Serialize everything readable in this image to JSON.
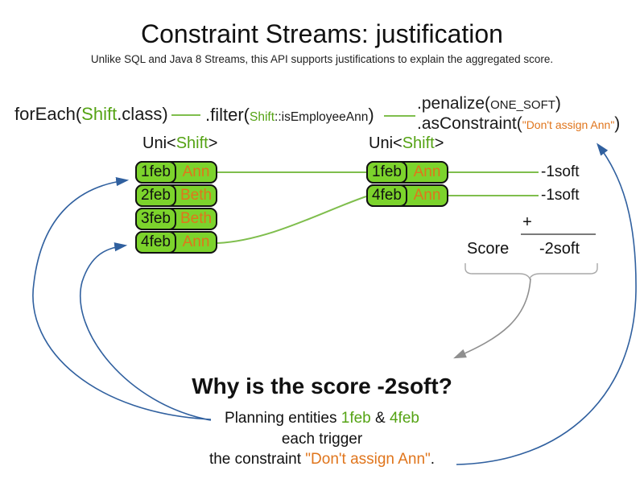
{
  "slide": {
    "title": "Constraint Streams: justification",
    "subtitle": "Unlike SQL and Java 8 Streams, this API supports justifications to explain the aggregated score."
  },
  "code": {
    "foreach_prefix": "forEach(",
    "foreach_class": "Shift",
    "foreach_suffix": ".class)",
    "filter_prefix": ".filter(",
    "filter_class": "Shift",
    "filter_method": "::isEmployeeAnn",
    "filter_suffix": ")",
    "penalize_prefix": ".penalize(",
    "penalize_arg": "ONE_SOFT",
    "penalize_suffix": ")",
    "asconstraint_prefix": ".asConstraint(",
    "asconstraint_arg": "\"Don't assign Ann\"",
    "asconstraint_suffix": ")"
  },
  "left_table": {
    "header_prefix": "Uni<",
    "header_type": "Shift",
    "header_suffix": ">",
    "rows": [
      {
        "date": "1feb",
        "employee": "Ann"
      },
      {
        "date": "2feb",
        "employee": "Beth"
      },
      {
        "date": "3feb",
        "employee": "Beth"
      },
      {
        "date": "4feb",
        "employee": "Ann"
      }
    ]
  },
  "right_table": {
    "header_prefix": "Uni<",
    "header_type": "Shift",
    "header_suffix": ">",
    "rows": [
      {
        "date": "1feb",
        "employee": "Ann"
      },
      {
        "date": "4feb",
        "employee": "Ann"
      }
    ]
  },
  "scoring": {
    "match1": "-1soft",
    "match2": "-1soft",
    "plus": "+",
    "score_label": "Score",
    "total": "-2soft"
  },
  "why": {
    "heading": "Why is the score -2soft?",
    "line1_prefix": "Planning entities ",
    "line1_entity1": "1feb",
    "line1_amp": " & ",
    "line1_entity2": "4feb",
    "line2": "each trigger",
    "line3_prefix": "the constraint ",
    "line3_quote": "\"Don't assign Ann\"",
    "line3_suffix": "."
  },
  "colors": {
    "cell_green": "#7cd32c",
    "text_green": "#55a314",
    "orange": "#e0751c",
    "line_green": "#7fbe4d",
    "arrow_blue": "#30609f",
    "gray": "#8f8f8f"
  }
}
